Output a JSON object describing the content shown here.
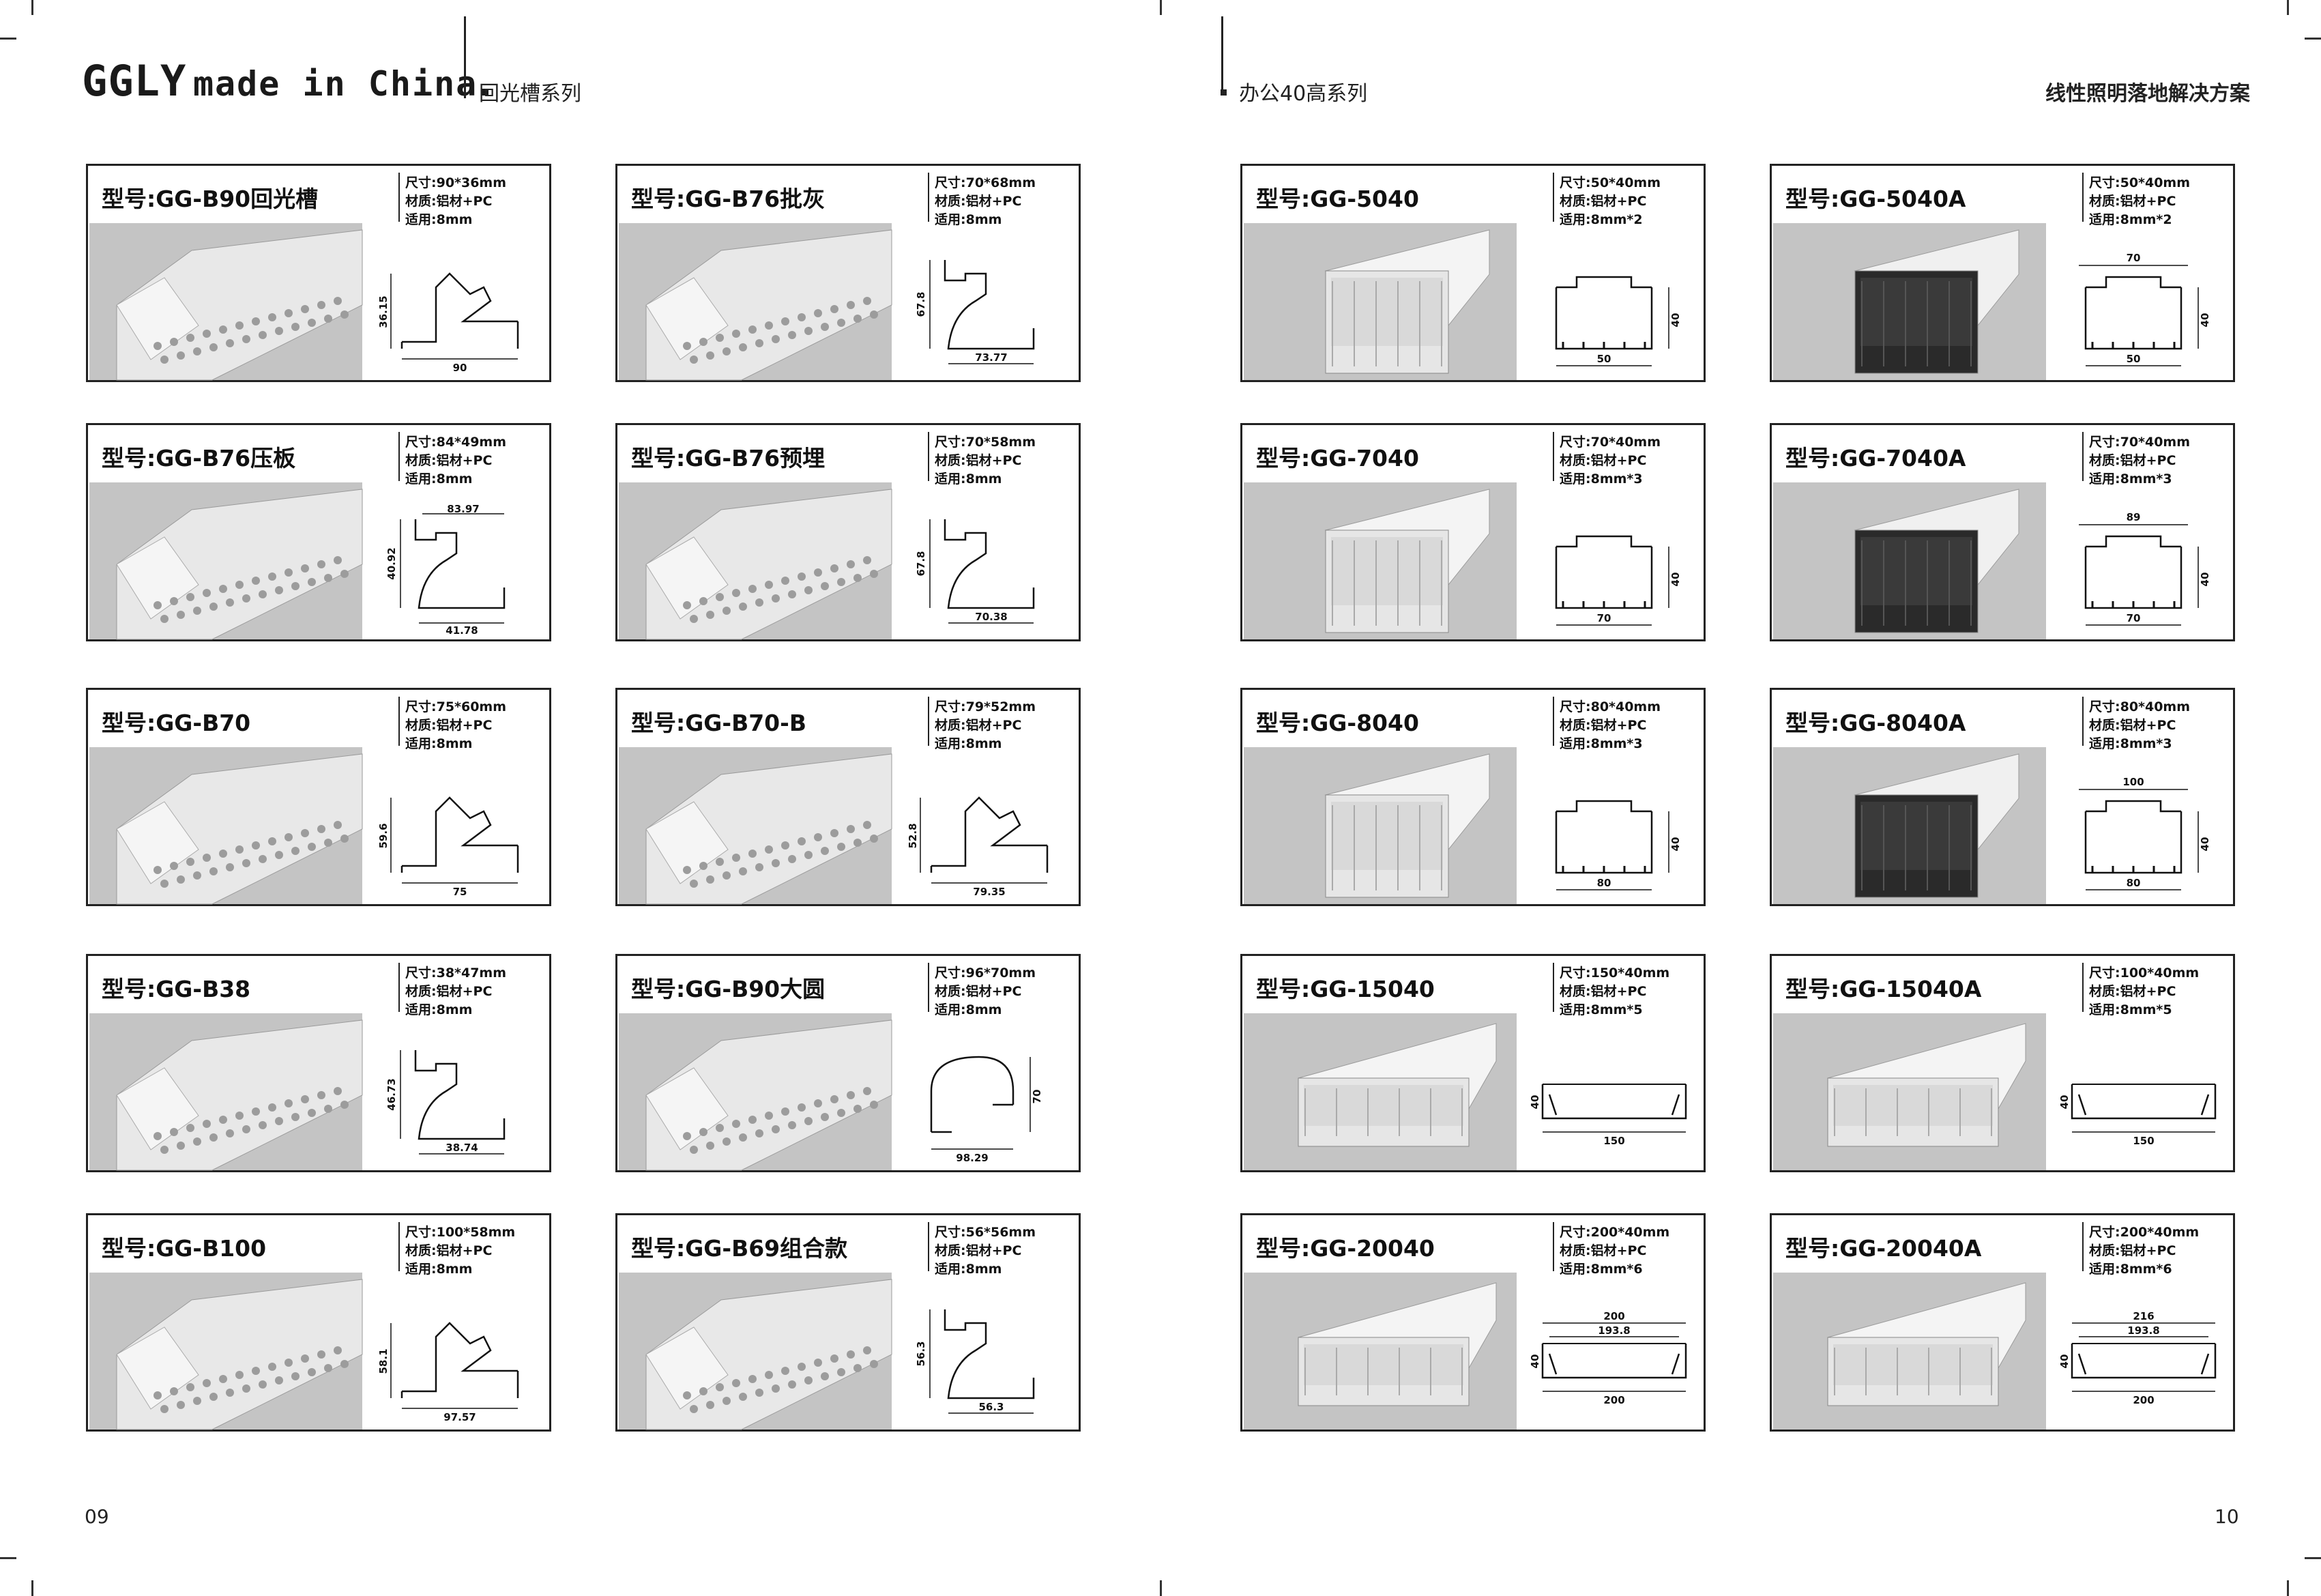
{
  "header": {
    "brand": "GGLY",
    "brand_suffix": "made in China",
    "left_series": "回光槽系列",
    "right_series": "办公40高系列",
    "tagline": "线性照明落地解决方案"
  },
  "footer": {
    "left_page": "09",
    "right_page": "10"
  },
  "products": [
    {
      "model": "型号:GG-B90回光槽",
      "size": "尺寸:90*36mm",
      "material": "材质:铝材+PC",
      "applies": "适用:8mm",
      "dims": [
        "90",
        "36.15"
      ],
      "kind": "cove"
    },
    {
      "model": "型号:GG-B76批灰",
      "size": "尺寸:70*68mm",
      "material": "材质:铝材+PC",
      "applies": "适用:8mm",
      "dims": [
        "73.77",
        "67.8"
      ],
      "kind": "arc"
    },
    {
      "model": "型号:GG-5040",
      "size": "尺寸:50*40mm",
      "material": "材质:铝材+PC",
      "applies": "适用:8mm*2",
      "dims": [
        "50",
        "40"
      ],
      "kind": "office",
      "photo": "light"
    },
    {
      "model": "型号:GG-5040A",
      "size": "尺寸:50*40mm",
      "material": "材质:铝材+PC",
      "applies": "适用:8mm*2",
      "dims": [
        "70",
        "50",
        "40"
      ],
      "kind": "office",
      "photo": "dark"
    },
    {
      "model": "型号:GG-B76压板",
      "size": "尺寸:84*49mm",
      "material": "材质:铝材+PC",
      "applies": "适用:8mm",
      "dims": [
        "83.97",
        "40.92",
        "41.78"
      ],
      "kind": "arc"
    },
    {
      "model": "型号:GG-B76预埋",
      "size": "尺寸:70*58mm",
      "material": "材质:铝材+PC",
      "applies": "适用:8mm",
      "dims": [
        "70.38",
        "67.8"
      ],
      "kind": "arc"
    },
    {
      "model": "型号:GG-7040",
      "size": "尺寸:70*40mm",
      "material": "材质:铝材+PC",
      "applies": "适用:8mm*3",
      "dims": [
        "70",
        "40"
      ],
      "kind": "office",
      "photo": "light"
    },
    {
      "model": "型号:GG-7040A",
      "size": "尺寸:70*40mm",
      "material": "材质:铝材+PC",
      "applies": "适用:8mm*3",
      "dims": [
        "89",
        "70",
        "40"
      ],
      "kind": "office",
      "photo": "dark"
    },
    {
      "model": "型号:GG-B70",
      "size": "尺寸:75*60mm",
      "material": "材质:铝材+PC",
      "applies": "适用:8mm",
      "dims": [
        "75",
        "59.6"
      ],
      "kind": "cove"
    },
    {
      "model": "型号:GG-B70-B",
      "size": "尺寸:79*52mm",
      "material": "材质:铝材+PC",
      "applies": "适用:8mm",
      "dims": [
        "79.35",
        "52.8"
      ],
      "kind": "cove"
    },
    {
      "model": "型号:GG-8040",
      "size": "尺寸:80*40mm",
      "material": "材质:铝材+PC",
      "applies": "适用:8mm*3",
      "dims": [
        "80",
        "40"
      ],
      "kind": "office",
      "photo": "light"
    },
    {
      "model": "型号:GG-8040A",
      "size": "尺寸:80*40mm",
      "material": "材质:铝材+PC",
      "applies": "适用:8mm*3",
      "dims": [
        "100",
        "80",
        "40"
      ],
      "kind": "office",
      "photo": "dark"
    },
    {
      "model": "型号:GG-B38",
      "size": "尺寸:38*47mm",
      "material": "材质:铝材+PC",
      "applies": "适用:8mm",
      "dims": [
        "38.74",
        "46.73"
      ],
      "kind": "arc"
    },
    {
      "model": "型号:GG-B90大圆",
      "size": "尺寸:96*70mm",
      "material": "材质:铝材+PC",
      "applies": "适用:8mm",
      "dims": [
        "98.29",
        "70"
      ],
      "kind": "round"
    },
    {
      "model": "型号:GG-15040",
      "size": "尺寸:150*40mm",
      "material": "材质:铝材+PC",
      "applies": "适用:8mm*5",
      "dims": [
        "150",
        "40"
      ],
      "kind": "wide",
      "photo": "light"
    },
    {
      "model": "型号:GG-15040A",
      "size": "尺寸:100*40mm",
      "material": "材质:铝材+PC",
      "applies": "适用:8mm*5",
      "dims": [
        "150",
        "40"
      ],
      "kind": "wide",
      "photo": "light"
    },
    {
      "model": "型号:GG-B100",
      "size": "尺寸:100*58mm",
      "material": "材质:铝材+PC",
      "applies": "适用:8mm",
      "dims": [
        "97.57",
        "58.1"
      ],
      "kind": "cove"
    },
    {
      "model": "型号:GG-B69组合款",
      "size": "尺寸:56*56mm",
      "material": "材质:铝材+PC",
      "applies": "适用:8mm",
      "dims": [
        "56.3",
        "56.3"
      ],
      "kind": "arc"
    },
    {
      "model": "型号:GG-20040",
      "size": "尺寸:200*40mm",
      "material": "材质:铝材+PC",
      "applies": "适用:8mm*6",
      "dims": [
        "200",
        "193.8",
        "200",
        "40"
      ],
      "kind": "wide",
      "photo": "light"
    },
    {
      "model": "型号:GG-20040A",
      "size": "尺寸:200*40mm",
      "material": "材质:铝材+PC",
      "applies": "适用:8mm*6",
      "dims": [
        "216",
        "193.8",
        "200",
        "40"
      ],
      "kind": "wide",
      "photo": "light"
    }
  ]
}
